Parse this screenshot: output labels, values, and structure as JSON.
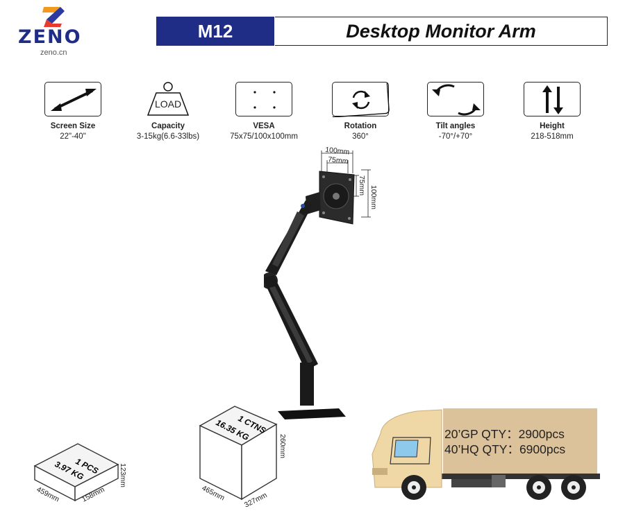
{
  "brand": {
    "name": "ZENO",
    "site": "zeno.cn"
  },
  "header": {
    "model": "M12",
    "title": "Desktop Monitor Arm"
  },
  "specs": [
    {
      "label": "Screen Size",
      "value": "22\"-40\"",
      "icon": "diagonal-arrow-icon"
    },
    {
      "label": "Capacity",
      "value": "3-15kg(6.6-33lbs)",
      "icon": "load-weight-icon",
      "icon_text": "LOAD"
    },
    {
      "label": "VESA",
      "value": "75x75/100x100mm",
      "icon": "vesa-holes-icon"
    },
    {
      "label": "Rotation",
      "value": "360°",
      "icon": "rotation-icon"
    },
    {
      "label": "Tilt angles",
      "value": "-70°/+70°",
      "icon": "tilt-icon"
    },
    {
      "label": "Height",
      "value": "218-518mm",
      "icon": "height-arrows-icon"
    }
  ],
  "product": {
    "vesa_dims": {
      "outer_w": "100mm",
      "inner_w": "75mm",
      "outer_h": "100mm",
      "inner_h": "75mm"
    }
  },
  "package_single": {
    "qty": "1 PCS",
    "weight": "3.97 KG",
    "length": "459mm",
    "width": "158mm",
    "height": "123mm"
  },
  "package_carton": {
    "qty": "1 CTNS",
    "weight": "16.35 KG",
    "length": "465mm",
    "width": "327mm",
    "height": "260mm"
  },
  "shipping": {
    "gp20": "20’GP QTY：2900pcs",
    "hq40": "40’HQ QTY：6900pcs"
  },
  "colors": {
    "brand_blue": "#1f2d86",
    "logo_orange": "#f39a1e",
    "truck_cream": "#f0d7a6",
    "cargo_tan": "#dcc29a"
  }
}
